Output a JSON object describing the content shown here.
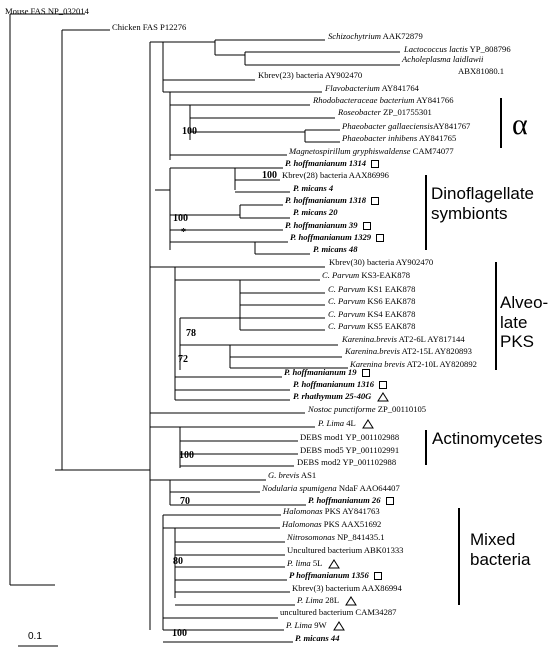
{
  "tree": {
    "scale_label": "0.1",
    "outgroups": [
      "Mouse FAS NP_032014",
      "Chicken FAS P12276"
    ],
    "groups": {
      "alpha": "α",
      "dino": [
        "Dinoflagellate",
        "symbionts"
      ],
      "alveolate": [
        "Alveo-",
        "late",
        "PKS"
      ],
      "actino": "Actinomycetes",
      "mixed": [
        "Mixed",
        "bacteria"
      ]
    },
    "taxa": [
      {
        "id": "t1",
        "parts": [
          {
            "t": "Schizochytrium",
            "s": "i"
          },
          {
            "t": " AAK72879"
          }
        ]
      },
      {
        "id": "t2",
        "parts": [
          {
            "t": "Lactococcus lactis",
            "s": "i"
          },
          {
            "t": " YP_808796"
          }
        ]
      },
      {
        "id": "t3",
        "parts": [
          {
            "t": "Acholeplasma laidlawii",
            "s": "i"
          }
        ]
      },
      {
        "id": "t3b",
        "parts": [
          {
            "t": "ABX81080.1"
          }
        ]
      },
      {
        "id": "t4",
        "parts": [
          {
            "t": "Kbrev(23) bacteria AY902470"
          }
        ]
      },
      {
        "id": "t5",
        "parts": [
          {
            "t": "Flavobacterium",
            "s": "i"
          },
          {
            "t": " AY841764"
          }
        ]
      },
      {
        "id": "t6",
        "parts": [
          {
            "t": "Rhodobacteraceae bacterium",
            "s": "i"
          },
          {
            "t": " AY841766"
          }
        ]
      },
      {
        "id": "t7",
        "parts": [
          {
            "t": "Roseobacter",
            "s": "i"
          },
          {
            "t": " ZP_01755301"
          }
        ]
      },
      {
        "id": "t8",
        "parts": [
          {
            "t": "Phaeobacter gallaeciensis",
            "s": "i"
          },
          {
            "t": "AY841767"
          }
        ]
      },
      {
        "id": "t9",
        "parts": [
          {
            "t": "Phaeobacter inhibens",
            "s": "i"
          },
          {
            "t": " AY841765"
          }
        ]
      },
      {
        "id": "t10",
        "parts": [
          {
            "t": "Magnetospirillum gryphiswaldense",
            "s": "i"
          },
          {
            "t": " CAM74077"
          }
        ]
      },
      {
        "id": "t11",
        "parts": [
          {
            "t": "P. hoffmanianum 1314",
            "s": "b"
          }
        ],
        "mark": "sq"
      },
      {
        "id": "t12",
        "parts": [
          {
            "t": "Kbrev(28) bacteria AAX86996"
          }
        ]
      },
      {
        "id": "t13",
        "parts": [
          {
            "t": "P. micans 4",
            "s": "b"
          }
        ]
      },
      {
        "id": "t14",
        "parts": [
          {
            "t": "P. hoffmanianum 1318",
            "s": "b"
          }
        ],
        "mark": "sq"
      },
      {
        "id": "t15",
        "parts": [
          {
            "t": "P. micans 20",
            "s": "b"
          }
        ]
      },
      {
        "id": "t16",
        "parts": [
          {
            "t": "P. hoffmanianum 39",
            "s": "b"
          }
        ],
        "mark": "sq"
      },
      {
        "id": "t17",
        "parts": [
          {
            "t": "P. hoffmanianum 1329",
            "s": "b"
          }
        ],
        "mark": "sq"
      },
      {
        "id": "t18",
        "parts": [
          {
            "t": "P. micans 48",
            "s": "b"
          }
        ]
      },
      {
        "id": "t19",
        "parts": [
          {
            "t": "Kbrev(30) bacteria AY902470"
          }
        ]
      },
      {
        "id": "t20",
        "parts": [
          {
            "t": "C. Parvum",
            "s": "i"
          },
          {
            "t": " KS3-EAK878"
          }
        ]
      },
      {
        "id": "t21",
        "parts": [
          {
            "t": "C. Parvum",
            "s": "i"
          },
          {
            "t": " KS1 EAK878"
          }
        ]
      },
      {
        "id": "t22",
        "parts": [
          {
            "t": "C. Parvum",
            "s": "i"
          },
          {
            "t": " KS6 EAK878"
          }
        ]
      },
      {
        "id": "t23",
        "parts": [
          {
            "t": "C. Parvum",
            "s": "i"
          },
          {
            "t": " KS4 EAK878"
          }
        ]
      },
      {
        "id": "t24",
        "parts": [
          {
            "t": "C. Parvum",
            "s": "i"
          },
          {
            "t": " KS5 EAK878"
          }
        ]
      },
      {
        "id": "t25",
        "parts": [
          {
            "t": "Karenina.brevis",
            "s": "i"
          },
          {
            "t": " AT2-6L AY817144"
          }
        ]
      },
      {
        "id": "t26",
        "parts": [
          {
            "t": "Karenina.brevis",
            "s": "i"
          },
          {
            "t": " AT2-15L AY820893"
          }
        ]
      },
      {
        "id": "t27",
        "parts": [
          {
            "t": "Karenina brevis",
            "s": "i"
          },
          {
            "t": " AT2-10L AY820892"
          }
        ]
      },
      {
        "id": "t28",
        "parts": [
          {
            "t": "P. hoffmanianum 19",
            "s": "b"
          }
        ],
        "mark": "sq"
      },
      {
        "id": "t29",
        "parts": [
          {
            "t": "P. hoffmanianum 1316",
            "s": "b"
          }
        ],
        "mark": "sq"
      },
      {
        "id": "t30",
        "parts": [
          {
            "t": "P. rhathymum 25-40G",
            "s": "b"
          }
        ],
        "mark": "tri"
      },
      {
        "id": "t31",
        "parts": [
          {
            "t": "Nostoc punctiforme",
            "s": "i"
          },
          {
            "t": " ZP_00110105"
          }
        ]
      },
      {
        "id": "t32",
        "parts": [
          {
            "t": "P. Lima",
            "s": "i"
          },
          {
            "t": " 4L"
          }
        ],
        "mark": "tri"
      },
      {
        "id": "t33",
        "parts": [
          {
            "t": "DEBS mod1 YP_001102988"
          }
        ]
      },
      {
        "id": "t34",
        "parts": [
          {
            "t": "DEBS mod5 YP_001102991"
          }
        ]
      },
      {
        "id": "t35",
        "parts": [
          {
            "t": "DEBS mod2 YP_001102988"
          }
        ]
      },
      {
        "id": "t36",
        "parts": [
          {
            "t": "G. brevis",
            "s": "i"
          },
          {
            "t": " AS1"
          }
        ]
      },
      {
        "id": "t37",
        "parts": [
          {
            "t": "Nodularia spumigena",
            "s": "i"
          },
          {
            "t": " NdaF AAO64407"
          }
        ]
      },
      {
        "id": "t38",
        "parts": [
          {
            "t": "P. hoffmanianum 26",
            "s": "b"
          }
        ],
        "mark": "sq"
      },
      {
        "id": "t39",
        "parts": [
          {
            "t": "Halomonas",
            "s": "i"
          },
          {
            "t": " PKS AY841763"
          }
        ]
      },
      {
        "id": "t40",
        "parts": [
          {
            "t": "Halomonas",
            "s": "i"
          },
          {
            "t": " PKS AAX51692"
          }
        ]
      },
      {
        "id": "t41",
        "parts": [
          {
            "t": "Nitrosomonas",
            "s": "i"
          },
          {
            "t": " NP_841435.1"
          }
        ]
      },
      {
        "id": "t42",
        "parts": [
          {
            "t": "Uncultured bacterium ABK01333"
          }
        ]
      },
      {
        "id": "t43",
        "parts": [
          {
            "t": "P. lima",
            "s": "i"
          },
          {
            "t": " 5L"
          }
        ],
        "mark": "tri"
      },
      {
        "id": "t44",
        "parts": [
          {
            "t": "P hoffmanianum 1356",
            "s": "b"
          }
        ],
        "mark": "sq"
      },
      {
        "id": "t45",
        "parts": [
          {
            "t": "Kbrev(3) bacterium AAX86994"
          }
        ]
      },
      {
        "id": "t46",
        "parts": [
          {
            "t": "P. Lima",
            "s": "i"
          },
          {
            "t": " 28L"
          }
        ],
        "mark": "tri"
      },
      {
        "id": "t47",
        "parts": [
          {
            "t": "uncultured bacterium CAM34287"
          }
        ]
      },
      {
        "id": "t48",
        "parts": [
          {
            "t": "P. Lima",
            "s": "i"
          },
          {
            "t": " 9W"
          }
        ],
        "mark": "tri"
      },
      {
        "id": "t49",
        "parts": [
          {
            "t": "P. micans 44",
            "s": "b"
          }
        ]
      }
    ],
    "supports": [
      {
        "id": "s1",
        "text": "100"
      },
      {
        "id": "s2",
        "text": "100"
      },
      {
        "id": "s3",
        "text": "100"
      },
      {
        "id": "s4",
        "text": "*"
      },
      {
        "id": "s5",
        "text": "78"
      },
      {
        "id": "s6",
        "text": "72"
      },
      {
        "id": "s7",
        "text": "100"
      },
      {
        "id": "s8",
        "text": "70"
      },
      {
        "id": "s9",
        "text": "80"
      },
      {
        "id": "s10",
        "text": "100"
      }
    ]
  }
}
